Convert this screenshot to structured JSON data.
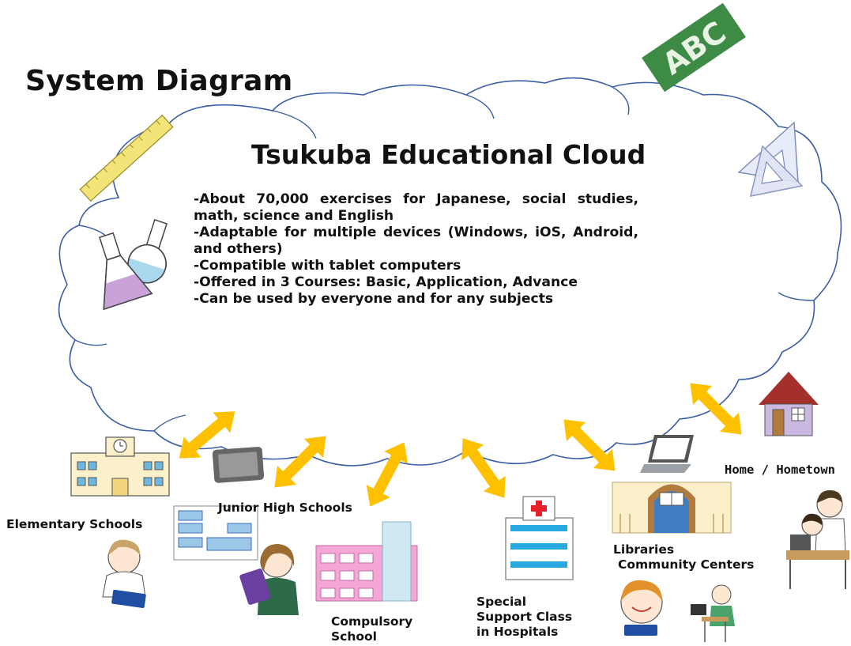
{
  "page_title": "System Diagram",
  "cloud": {
    "title": "Tsukuba Educational Cloud",
    "features": [
      "About 70,000 exercises for Japanese, social studies, math, science and English",
      "Adaptable for multiple devices (Windows, iOS, Android, and others)",
      "Compatible with tablet computers",
      "Offered in 3 Courses: Basic, Application, Advance",
      "Can be used by everyone and for any subjects"
    ]
  },
  "chalkboard": {
    "text": "ABC"
  },
  "locations": {
    "elementary": {
      "label": "Elementary Schools"
    },
    "junior_high": {
      "label": "Junior High Schools"
    },
    "compulsory": {
      "line1": "Compulsory",
      "line2": "School"
    },
    "hospital": {
      "line1": "Special",
      "line2": "Support Class",
      "line3": "in Hospitals"
    },
    "libraries": {
      "line1": "Libraries",
      "line2": "Community Centers"
    },
    "home": {
      "label": "Home / Hometown"
    }
  },
  "colors": {
    "arrow": "#ffc000",
    "cloud_outline": "#3a5fa8",
    "chalkboard": "#3e8b45",
    "house_roof": "#a3302b",
    "house_wall": "#c9b9e0",
    "hospital_cross": "#e8202a",
    "hospital_stripes": "#27a9e0"
  }
}
